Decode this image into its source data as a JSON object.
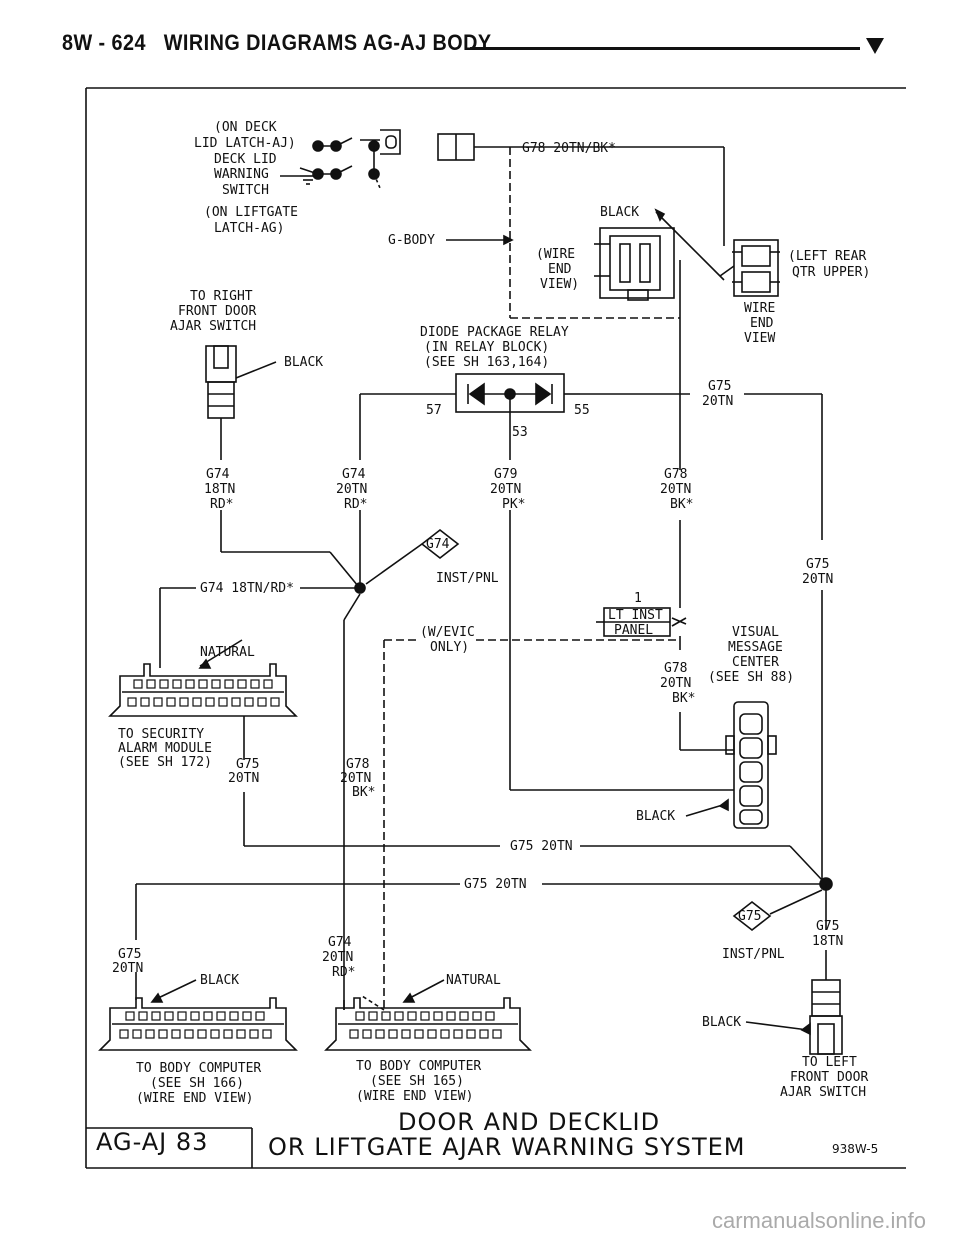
{
  "header": {
    "page": "8W - 624",
    "title": "WIRING DIAGRAMS AG-AJ BODY"
  },
  "labels": {
    "on_deck": "(ON DECK",
    "lid_latch": "LID LATCH-AJ)",
    "deck_lid": "DECK LID",
    "warning": "WARNING",
    "switch": "SWITCH",
    "on_liftgate": "(ON LIFTGATE",
    "latch_ag": "LATCH-AG)",
    "g78_top": "G78 20TN/BK*",
    "g_body": "G-BODY",
    "black_top": "BLACK",
    "wire": "(WIRE",
    "end": "END",
    "view": "VIEW)",
    "left_rear": "(LEFT REAR",
    "qtr_upper": "QTR UPPER)",
    "wire2": "WIRE",
    "end2": "END",
    "view2": "VIEW",
    "to_right": "TO RIGHT",
    "front_door": "FRONT DOOR",
    "ajar_switch": "AJAR SWITCH",
    "black_rfd": "BLACK",
    "diode1": "DIODE PACKAGE RELAY",
    "diode2": "(IN RELAY BLOCK)",
    "diode3": "(SEE SH 163,164)",
    "pin57": "57",
    "pin55": "55",
    "pin53": "53",
    "g75_a": "G75",
    "tn20_a": "20TN",
    "g74_a": "G74",
    "tn18_a": "18TN",
    "rd_a": "RD*",
    "g74_b": "G74",
    "tn20_b": "20TN",
    "rd_b": "RD*",
    "g79": "G79",
    "tn20_c": "20TN",
    "pk": "PK*",
    "g78_b": "G78",
    "tn20_d": "20TN",
    "bk_b": "BK*",
    "g74_diamond": "G74",
    "inst_pnl": "INST/PNL",
    "g75_b": "G75",
    "tn20_e": "20TN",
    "g74_18": "G74 18TN/RD*",
    "one": "1",
    "lt_inst": "LT INST",
    "panel": "PANEL",
    "natural_a": "NATURAL",
    "wevic1": "(W/EVIC",
    "wevic2": "ONLY)",
    "visual": "VISUAL",
    "message": "MESSAGE",
    "center": "CENTER",
    "see88": "(SEE SH 88)",
    "g78_c": "G78",
    "tn20_f": "20TN",
    "bk_c": "BK*",
    "to_sec": "TO SECURITY",
    "alarm": "ALARM MODULE",
    "see172": "(SEE SH 172)",
    "g75_c": "G75",
    "tn20_g": "20TN",
    "g78_d": "G78",
    "tn20_h": "20TN",
    "bk_d": "BK*",
    "black_vmc": "BLACK",
    "g75_20_a": "G75 20TN",
    "g75_20_b": "G75 20TN",
    "g75_diamond": "G75",
    "g75_d": "G75",
    "tn18_b": "18TN",
    "inst_pnl2": "INST/PNL",
    "g75_e": "G75",
    "tn20_i": "20TN",
    "g74_c": "G74",
    "tn20_j": "20TN",
    "rd_c": "RD*",
    "black_bc": "BLACK",
    "natural_b": "NATURAL",
    "black_lfd": "BLACK",
    "bc1a": "TO BODY COMPUTER",
    "bc1b": "(SEE SH 166)",
    "bc1c": "(WIRE END VIEW)",
    "bc2a": "TO BODY COMPUTER",
    "bc2b": "(SEE SH 165)",
    "bc2c": "(WIRE END VIEW)",
    "to_left": "TO LEFT",
    "front_door2": "FRONT DOOR",
    "ajar_switch2": "AJAR SWITCH"
  },
  "footer": {
    "code": "AG-AJ 83",
    "title1": "DOOR AND DECKLID",
    "title2": "OR LIFTGATE AJAR WARNING SYSTEM",
    "ref": "938W-5"
  },
  "watermark": "carmanualsonline.info"
}
